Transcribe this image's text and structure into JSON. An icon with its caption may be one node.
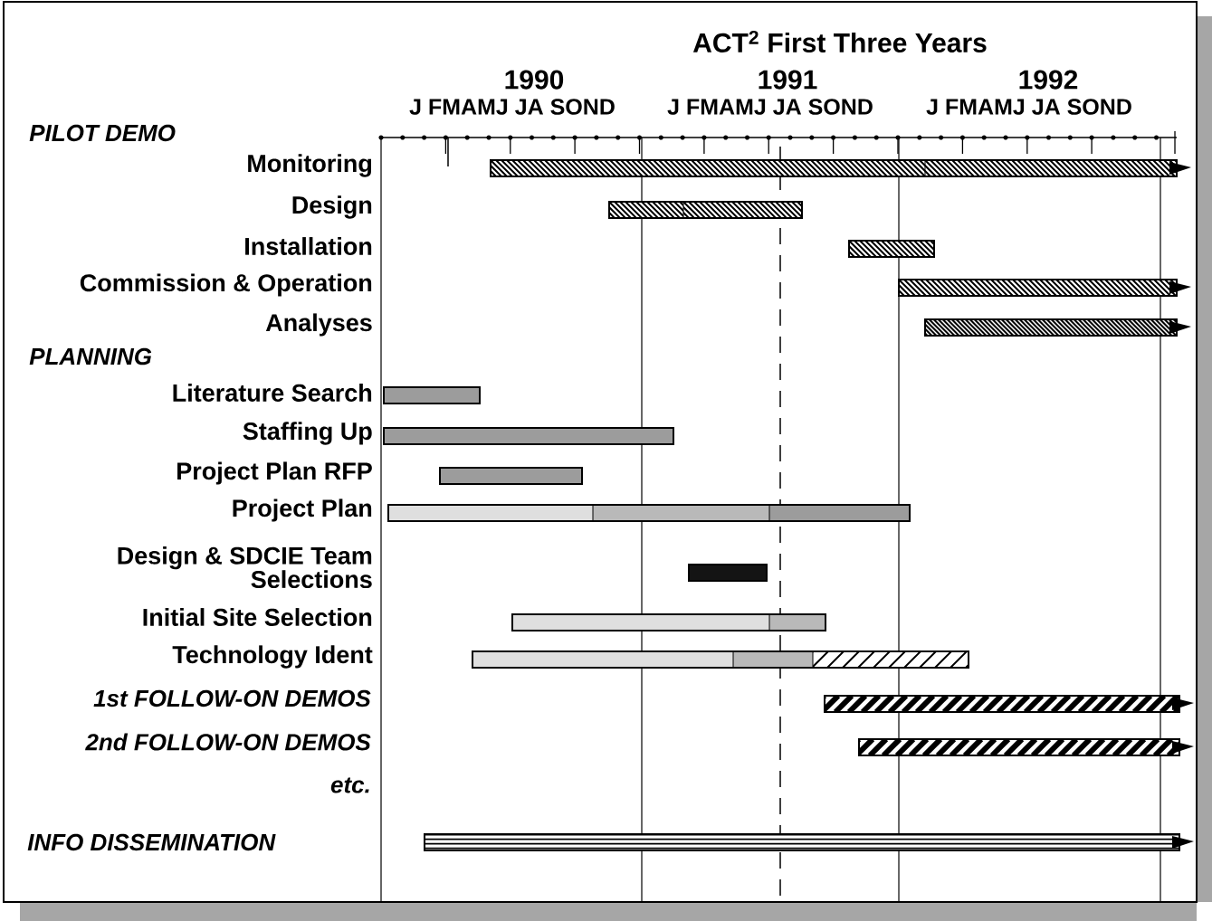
{
  "diagram": {
    "title": "ACT$^{2}$ First Three Years",
    "nodes": [
      {
        "text": [],
        "shape": "bar"
      },
      {
        "text": [],
        "shape": "bar"
      },
      {
        "text": [],
        "shape": "bar"
      },
      {
        "text": [],
        "shape": "bar"
      },
      {
        "text": [],
        "shape": "bar"
      },
      {
        "text": [],
        "shape": "bar"
      },
      {
        "text": [],
        "shape": "bar"
      },
      {
        "text": [],
        "shape": "bar"
      },
      {
        "text": [],
        "shape": "bar"
      },
      {
        "text": [],
        "shape": "bar"
      },
      {
        "text": [],
        "shape": "bar"
      },
      {
        "text": [],
        "shape": "bar"
      },
      {
        "text": [],
        "shape": "bar"
      },
      {
        "text": [],
        "shape": "bar"
      },
      {
        "text": [],
        "shape": "bar"
      }
    ],
    "labels": [
      "1990",
      "1991",
      "1992",
      "J FMAMJ JA SOND",
      "J FMAMJ JA SOND",
      "J FMAMJ JA SOND",
      "PILOT DEMO",
      "Monitoring",
      "Design",
      "Installation",
      "Commission & Operation",
      "Analyses",
      "PLANNING",
      "Literature Search",
      "Staffing Up",
      "Project Plan RFP",
      "Project Plan",
      "Design & SDCIE Team Selections",
      "Initial Site Selection",
      "Technology Ident",
      "1st FOLLOW-ON DEMOS",
      "2nd FOLLOW-ON DEMOS",
      "etc.",
      "INFO DISSEMINATION"
    ]
  }
}
